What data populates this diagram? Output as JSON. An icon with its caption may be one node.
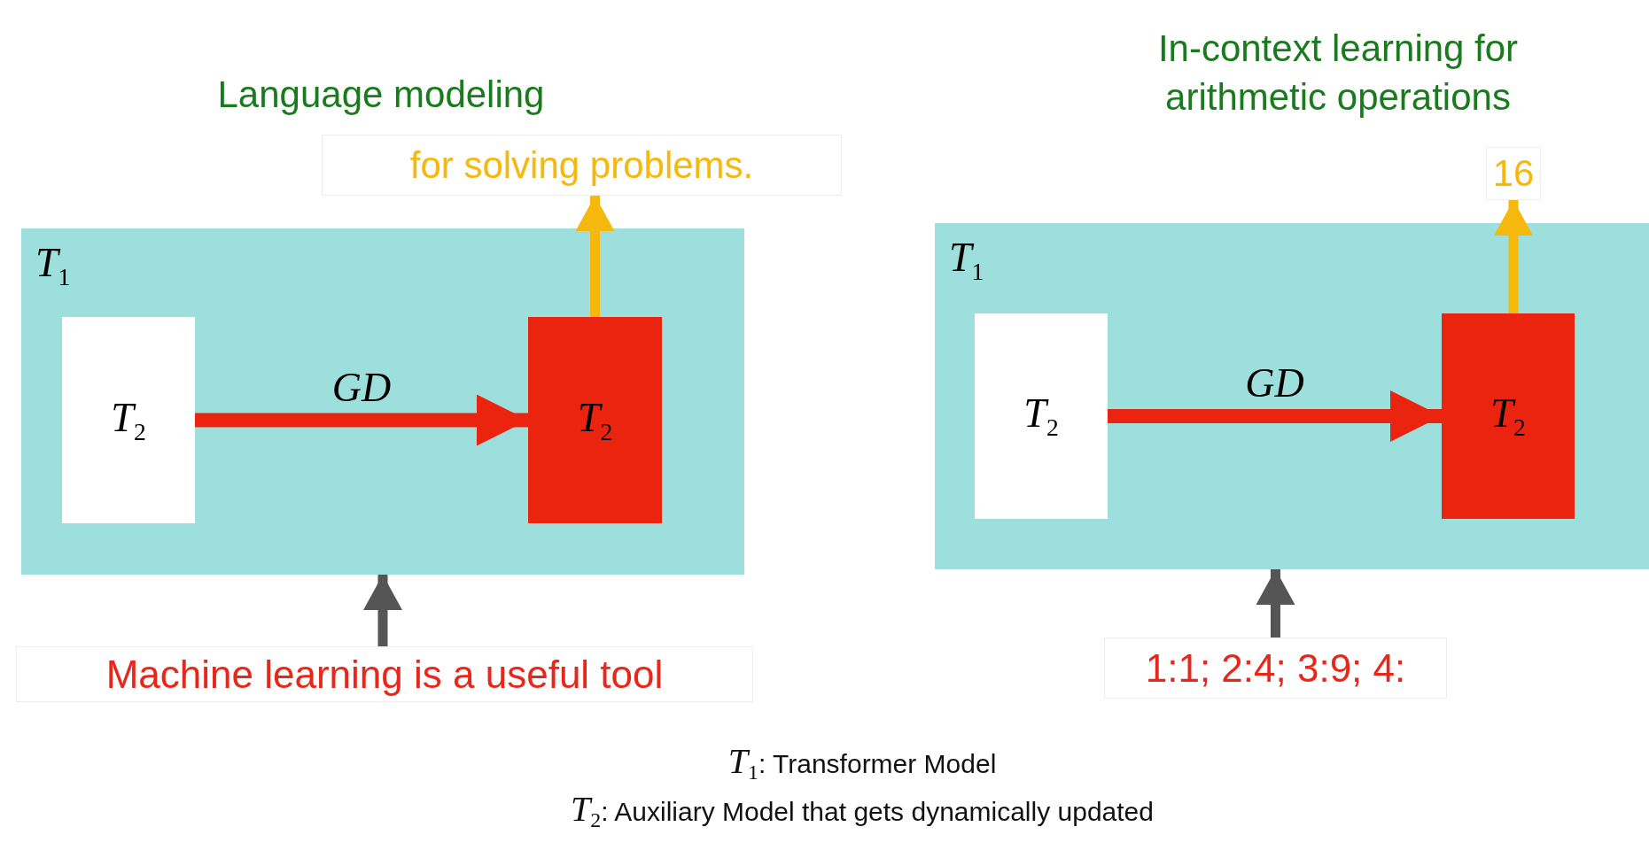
{
  "diagram": {
    "nodes": [
      {
        "text": [
          "*T*$_{1}$"
        ]
      },
      {
        "text": [
          "*T*$_{2}$"
        ],
        "in": 0
      },
      {
        "text": [
          "*T*$_{2}$"
        ],
        "in": 0
      },
      {
        "text": [
          "for solving problems."
        ]
      },
      {
        "text": [
          "Machine learning is a useful tool"
        ]
      },
      {
        "text": [
          "*T*$_{1}$"
        ]
      },
      {
        "text": [
          "*T*$_{2}$"
        ],
        "in": 5
      },
      {
        "text": [
          "*T*$_{2}$"
        ],
        "in": 5
      },
      {
        "text": [
          "16"
        ]
      },
      {
        "text": [
          "1:1; 2:4; 3:9; 4:"
        ]
      }
    ],
    "edges": [
      {
        "from": 1,
        "to": 2,
        "arrow": "to",
        "label": "GD",
        "color": "#eb2410"
      },
      {
        "from": 2,
        "to": 3,
        "arrow": "to",
        "color": "#f6b80c"
      },
      {
        "from": 4,
        "to": 0,
        "arrow": "to",
        "color": "#555555"
      },
      {
        "from": 6,
        "to": 7,
        "arrow": "to",
        "label": "GD",
        "color": "#eb2410"
      },
      {
        "from": 7,
        "to": 8,
        "arrow": "to",
        "color": "#f6b80c"
      },
      {
        "from": 9,
        "to": 5,
        "arrow": "to",
        "color": "#555555"
      }
    ],
    "labels": [
      "Language modeling",
      "In-context learning for arithmetic operations",
      "*T*$_{1}$: Transformer Model",
      "*T*$_{2}$: Auxiliary Model that gets dynamically updated"
    ]
  }
}
